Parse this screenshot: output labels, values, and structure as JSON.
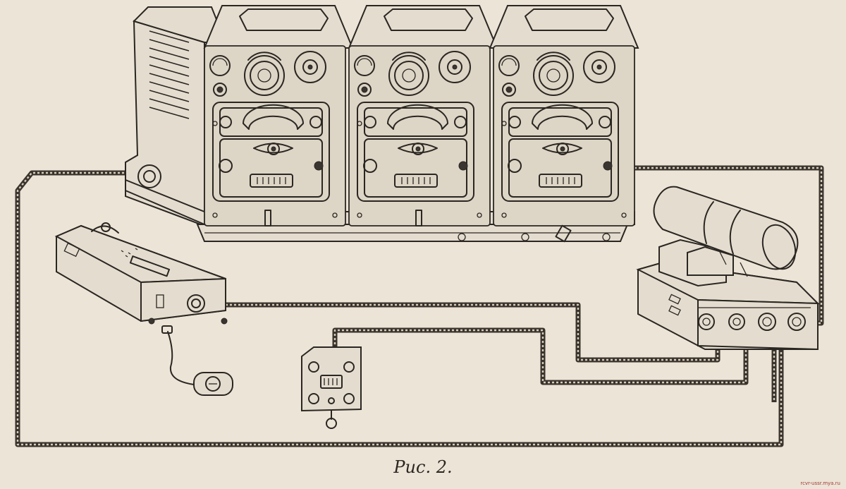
{
  "figure": {
    "caption": "Рис. 2.",
    "watermark": "rcvr-ussr.mya.ru"
  },
  "components": [
    {
      "id": "receiver-1",
      "kind": "receiver-unit"
    },
    {
      "id": "receiver-2",
      "kind": "receiver-unit"
    },
    {
      "id": "receiver-3",
      "kind": "receiver-unit"
    },
    {
      "id": "left-control-box",
      "kind": "control-box"
    },
    {
      "id": "dynamotor-unit",
      "kind": "power-supply"
    },
    {
      "id": "junction-box",
      "kind": "junction-box"
    },
    {
      "id": "headphone-plug",
      "kind": "plug"
    }
  ]
}
